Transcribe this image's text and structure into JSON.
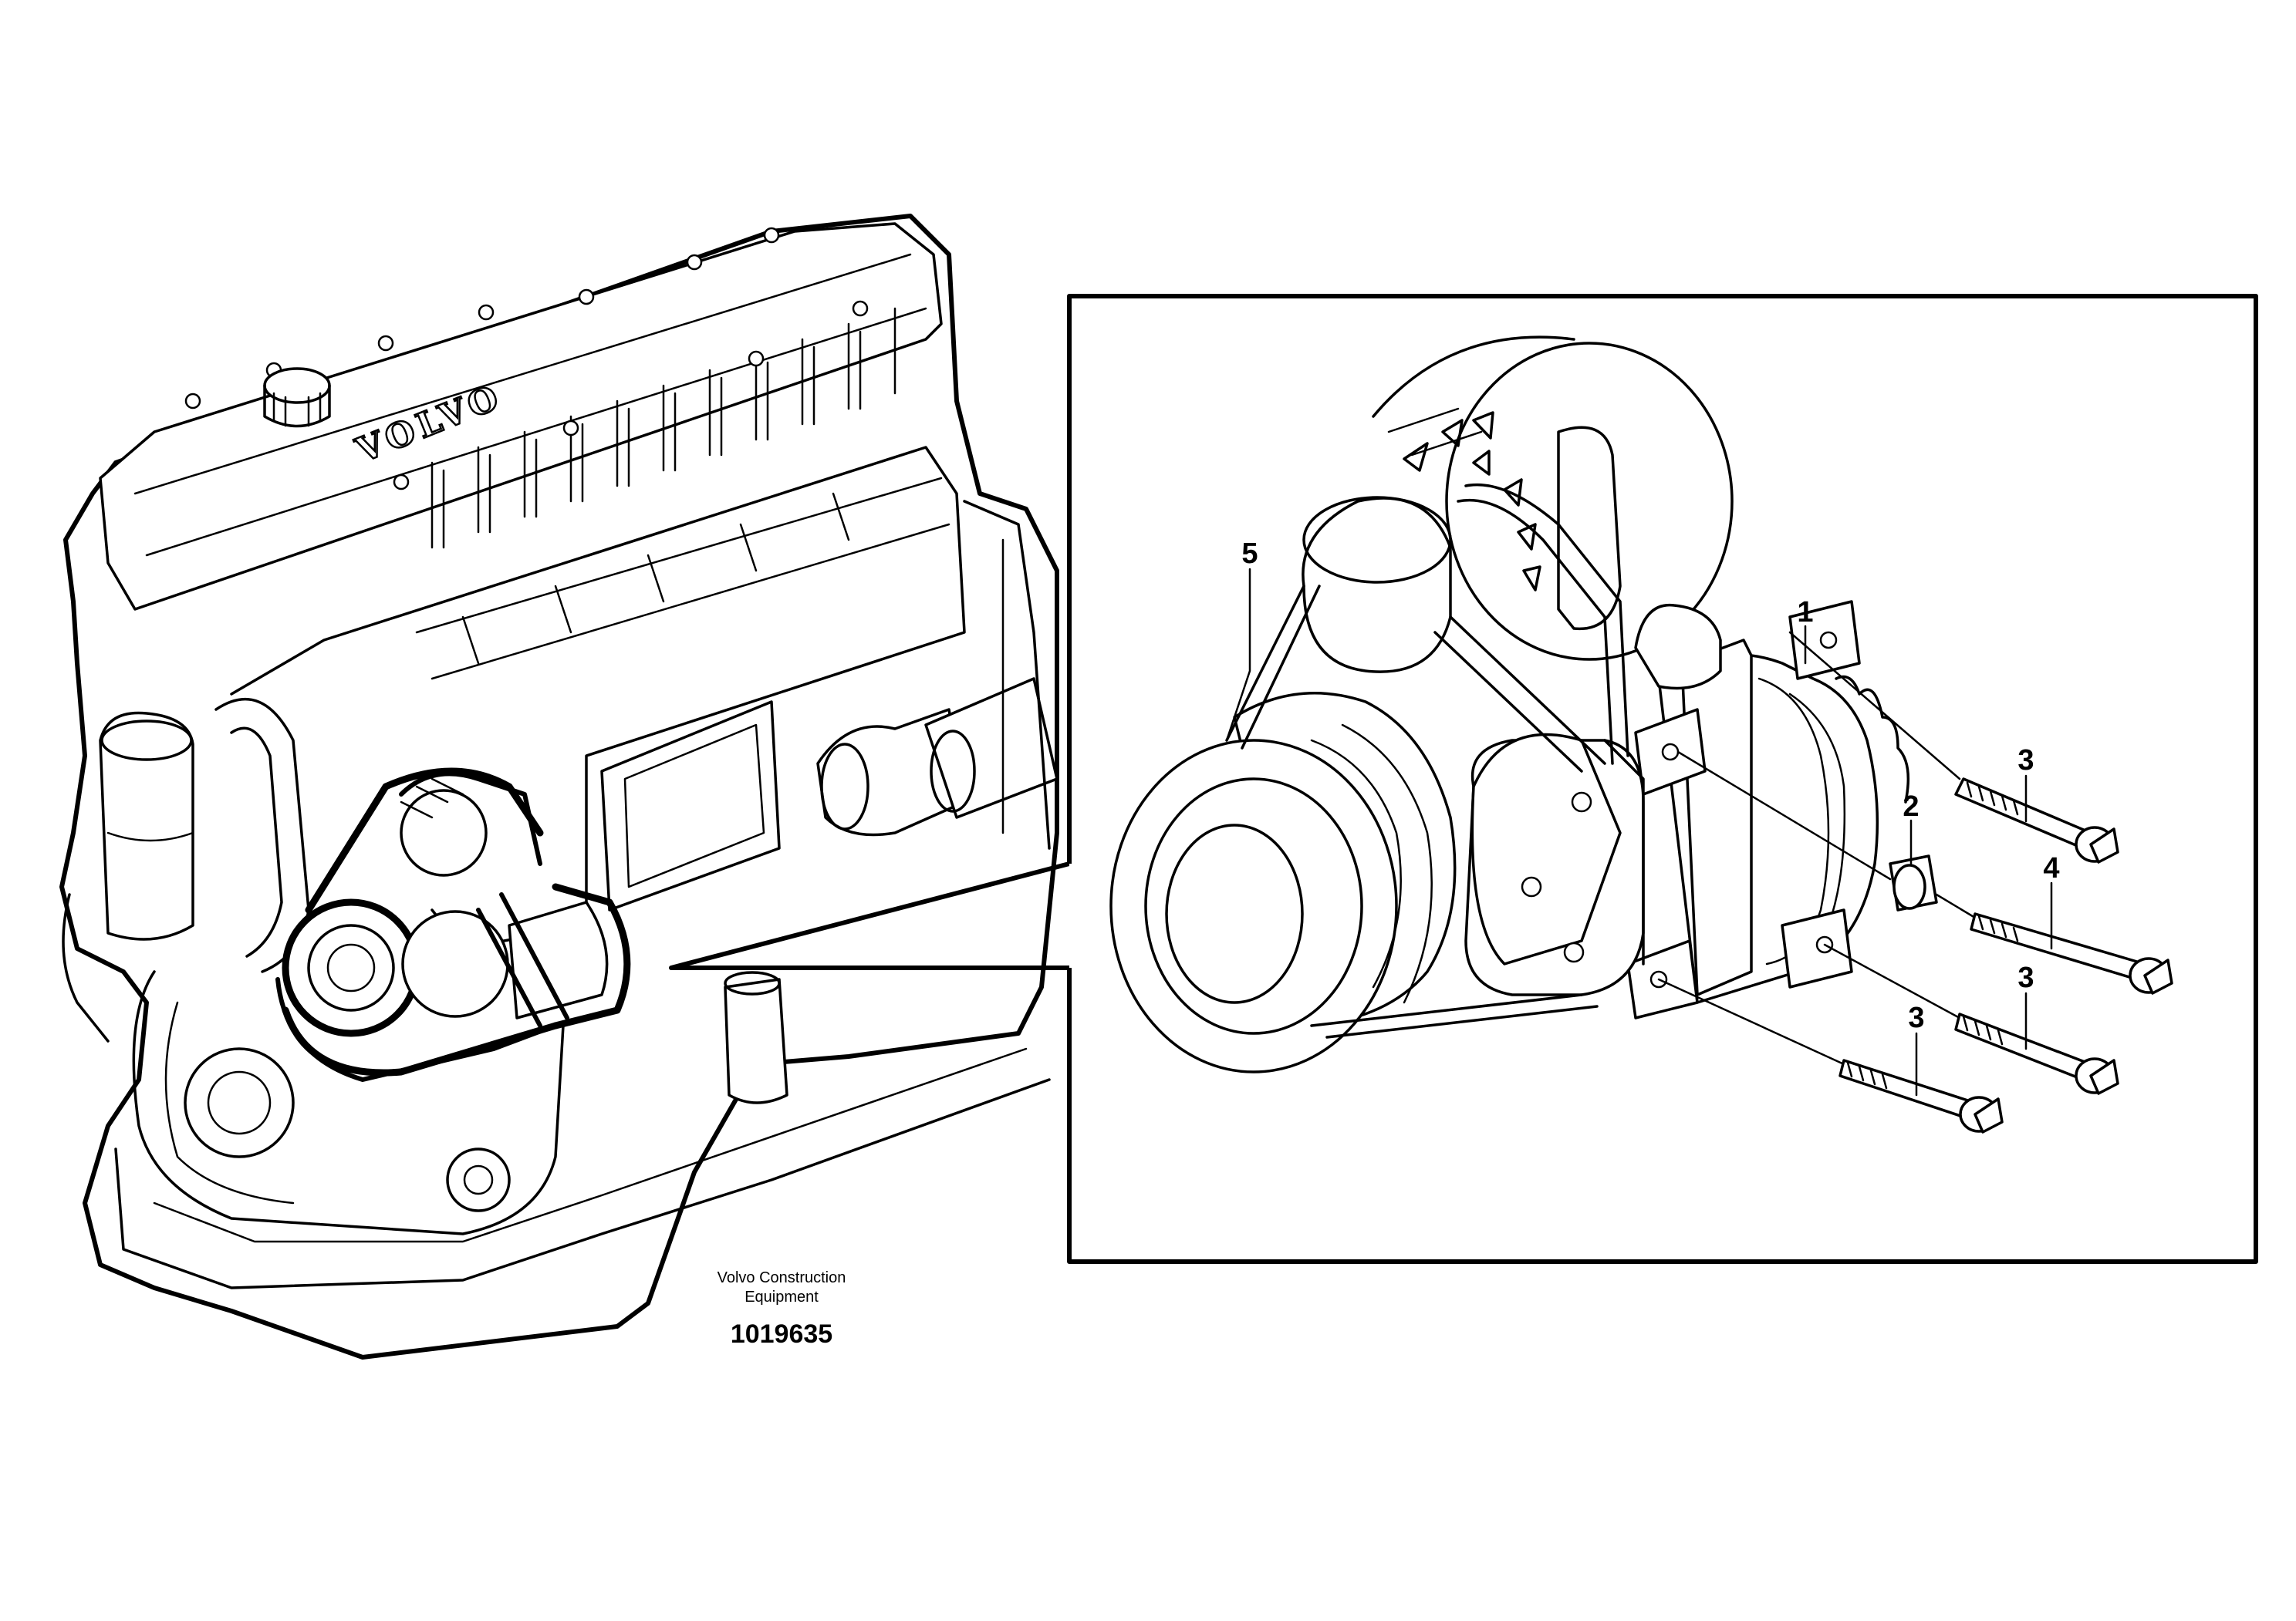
{
  "engine": {
    "logo_text": "VOLVO"
  },
  "callouts": [
    {
      "id": "5",
      "label": "5"
    },
    {
      "id": "1",
      "label": "1"
    },
    {
      "id": "2",
      "label": "2"
    },
    {
      "id": "3a",
      "label": "3"
    },
    {
      "id": "4",
      "label": "4"
    },
    {
      "id": "3b",
      "label": "3"
    },
    {
      "id": "3c",
      "label": "3"
    }
  ],
  "caption": {
    "line1": "Volvo Construction",
    "line2": "Equipment",
    "part_number": "1019635"
  }
}
